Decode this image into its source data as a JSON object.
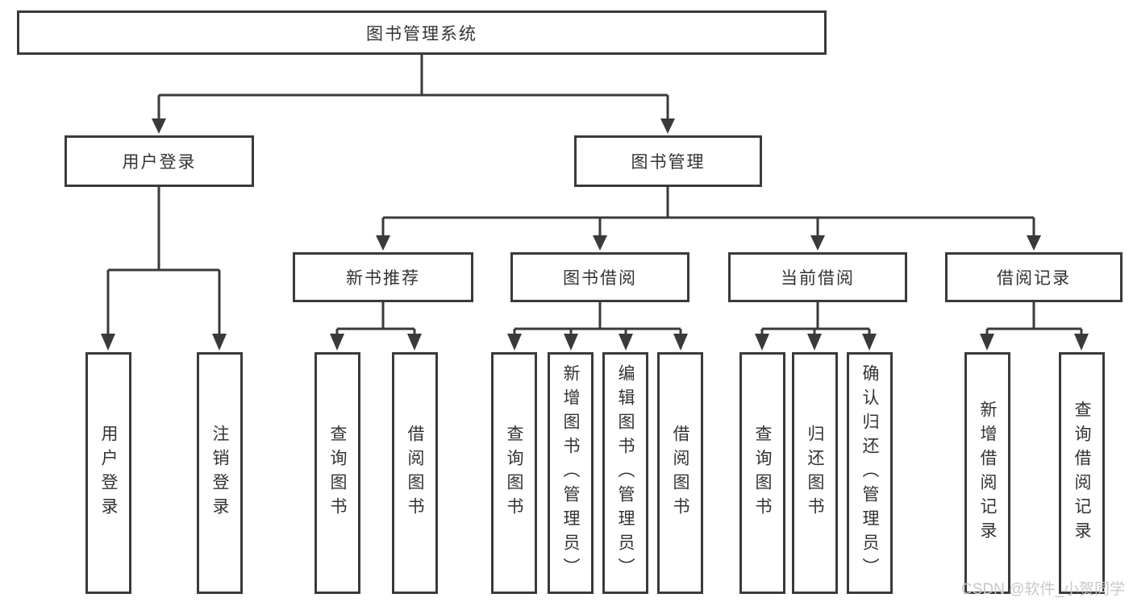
{
  "nodes": {
    "root": "图书管理系统",
    "user_login": "用户登录",
    "book_management": "图书管理",
    "new_book_recommend": "新书推荐",
    "book_borrowing": "图书借阅",
    "current_borrowing": "当前借阅",
    "borrowing_records": "借阅记录",
    "leaf_user_login": "用户登录",
    "leaf_logout": "注销登录",
    "leaf_query_books_1": "查询图书",
    "leaf_borrow_books_1": "借阅图书",
    "leaf_query_books_2": "查询图书",
    "leaf_add_books_admin": "新增图书（管理员）",
    "leaf_edit_books_admin": "编辑图书（管理员）",
    "leaf_borrow_books_2": "借阅图书",
    "leaf_query_books_3": "查询图书",
    "leaf_return_books": "归还图书",
    "leaf_confirm_return_admin": "确认归还（管理员）",
    "leaf_add_borrow_record": "新增借阅记录",
    "leaf_query_borrow_record": "查询借阅记录"
  },
  "watermark": "CSDN @软件_小贺同学",
  "colors": {
    "line-color": "#3a3a3a",
    "text-color": "#333333",
    "bg-color": "#ffffff",
    "watermark-color": "#c8c8c8"
  }
}
